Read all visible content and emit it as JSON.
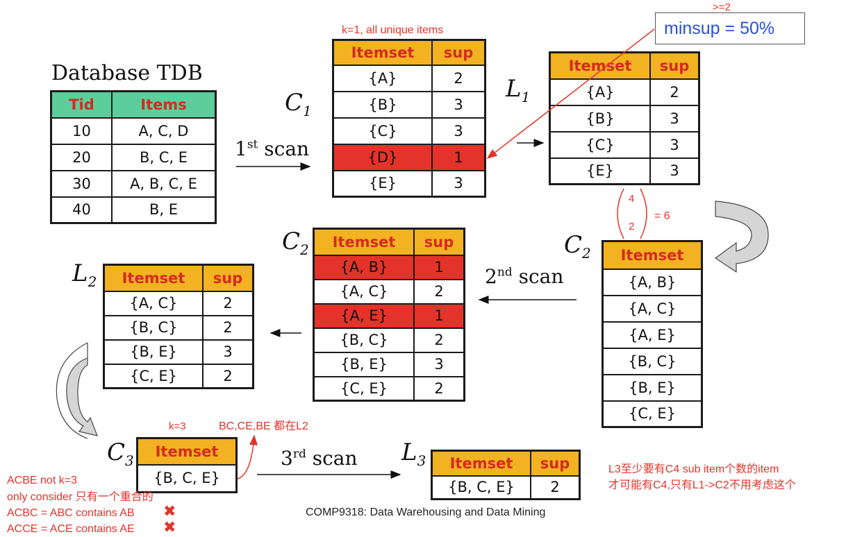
{
  "title": "Database TDB",
  "footer": "COMP9318: Data Warehousing and Data Mining",
  "minsup": "minsup = 50%",
  "minsup_note": ">=2",
  "k1_note": "k=1, all unique items",
  "k3_note": "k=3",
  "l2_note": "BC,CE,BE 都在L2",
  "comb": {
    "top": "4",
    "bottom": "2",
    "result": "= 6"
  },
  "scans": {
    "s1": {
      "ord": "1",
      "sup": "st",
      "word": "scan"
    },
    "s2": {
      "ord": "2",
      "sup": "nd",
      "word": "scan"
    },
    "s3": {
      "ord": "3",
      "sup": "rd",
      "word": "scan"
    }
  },
  "labels": {
    "c1": "C",
    "c1s": "1",
    "l1": "L",
    "l1s": "1",
    "c2a": "C",
    "c2as": "2",
    "c2b": "C",
    "c2bs": "2",
    "l2": "L",
    "l2s": "2",
    "c3": "C",
    "c3s": "3",
    "l3": "L",
    "l3s": "3"
  },
  "tdb": {
    "headers": [
      "Tid",
      "Items"
    ],
    "rows": [
      [
        "10",
        "A, C, D"
      ],
      [
        "20",
        "B, C, E"
      ],
      [
        "30",
        "A, B, C, E"
      ],
      [
        "40",
        "B, E"
      ]
    ]
  },
  "c1_table": {
    "headers": [
      "Itemset",
      "sup"
    ],
    "rows": [
      [
        "{A}",
        "2"
      ],
      [
        "{B}",
        "3"
      ],
      [
        "{C}",
        "3"
      ],
      [
        "{D}",
        "1"
      ],
      [
        "{E}",
        "3"
      ]
    ]
  },
  "l1_table": {
    "headers": [
      "Itemset",
      "sup"
    ],
    "rows": [
      [
        "{A}",
        "2"
      ],
      [
        "{B}",
        "3"
      ],
      [
        "{C}",
        "3"
      ],
      [
        "{E}",
        "3"
      ]
    ]
  },
  "c2_right": {
    "headers": [
      "Itemset"
    ],
    "rows": [
      [
        "{A, B}"
      ],
      [
        "{A, C}"
      ],
      [
        "{A, E}"
      ],
      [
        "{B, C}"
      ],
      [
        "{B, E}"
      ],
      [
        "{C, E}"
      ]
    ]
  },
  "c2_mid": {
    "headers": [
      "Itemset",
      "sup"
    ],
    "rows": [
      [
        "{A, B}",
        "1"
      ],
      [
        "{A, C}",
        "2"
      ],
      [
        "{A, E}",
        "1"
      ],
      [
        "{B, C}",
        "2"
      ],
      [
        "{B, E}",
        "3"
      ],
      [
        "{C, E}",
        "2"
      ]
    ]
  },
  "l2_table": {
    "headers": [
      "Itemset",
      "sup"
    ],
    "rows": [
      [
        "{A, C}",
        "2"
      ],
      [
        "{B, C}",
        "2"
      ],
      [
        "{B, E}",
        "3"
      ],
      [
        "{C, E}",
        "2"
      ]
    ]
  },
  "c3_table": {
    "headers": [
      "Itemset"
    ],
    "rows": [
      [
        "{B, C, E}"
      ]
    ]
  },
  "l3_table": {
    "headers": [
      "Itemset",
      "sup"
    ],
    "rows": [
      [
        "{B, C, E}",
        "2"
      ]
    ]
  },
  "left_notes": [
    "ACBE  not k=3",
    "only consider 只有一个重合的",
    "ACBC = ABC contains AB",
    "ACCE = ACE contains AE"
  ],
  "right_notes": [
    "L3至少要有C4 sub item个数的item",
    "才可能有C4,只有L1->C2不用考虑这个"
  ],
  "colors": {
    "header": "#f2b221",
    "header_text": "#d42b20",
    "tdb_header": "#5cce9c",
    "pruned": "#e3332a",
    "annotation": "#e3332a",
    "minsup_text": "#2b4fd8"
  }
}
